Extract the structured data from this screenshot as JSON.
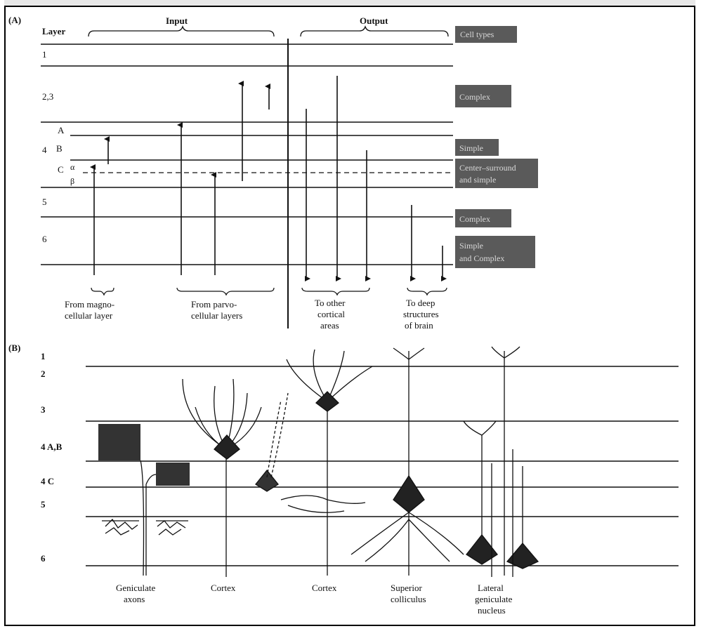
{
  "panel_a": {
    "panel_label": "(A)",
    "layer_header": "Layer",
    "input_header": "Input",
    "output_header": "Output",
    "cell_types_header": "Cell types",
    "layers": {
      "l1": "1",
      "l23": "2,3",
      "l4": "4",
      "l4a": "A",
      "l4b": "B",
      "l4c": "C",
      "alpha": "α",
      "beta": "β",
      "l5": "5",
      "l6": "6"
    },
    "cell_types": {
      "complex_23": "Complex",
      "simple_4b": "Simple",
      "cs_4c_line1": "Center–surround",
      "cs_4c_line2": "and simple",
      "complex_5": "Complex",
      "simple_complex_6_line1": "Simple",
      "simple_complex_6_line2": "and Complex"
    },
    "inputs": {
      "magno_line1": "From magno-",
      "magno_line2": "cellular layer",
      "parvo_line1": "From parvo-",
      "parvo_line2": "cellular layers"
    },
    "outputs": {
      "cortical_line1": "To other",
      "cortical_line2": "cortical",
      "cortical_line3": "areas",
      "deep_line1": "To deep",
      "deep_line2": "structures",
      "deep_line3": "of brain"
    }
  },
  "panel_b": {
    "panel_label": "(B)",
    "layers": {
      "l1": "1",
      "l2": "2",
      "l3": "3",
      "l4ab": "4 A,B",
      "l4c": "4 C",
      "l5": "5",
      "l6": "6"
    },
    "targets": {
      "geniculate_line1": "Geniculate",
      "geniculate_line2": "axons",
      "cortex1": "Cortex",
      "cortex2": "Cortex",
      "superior_line1": "Superior",
      "superior_line2": "colliculus",
      "lgn_line1": "Lateral",
      "lgn_line2": "geniculate",
      "lgn_line3": "nucleus"
    }
  },
  "colors": {
    "cell_type_box": "#5a5a5a",
    "line": "#111111"
  }
}
